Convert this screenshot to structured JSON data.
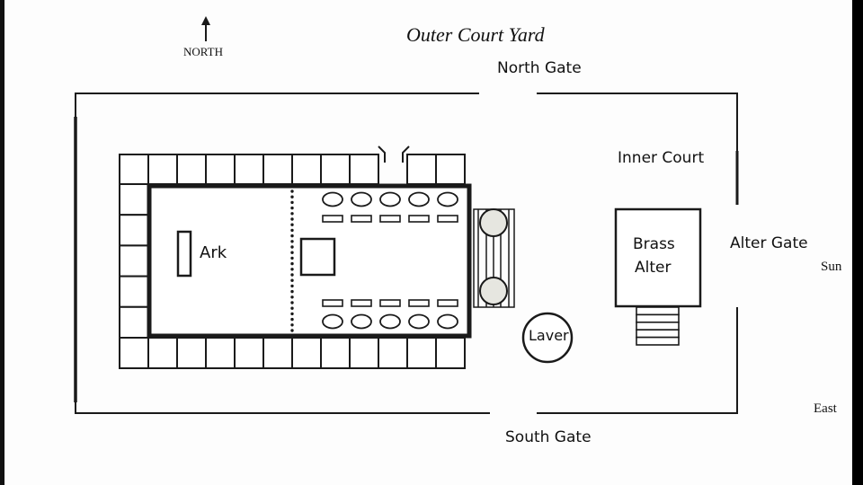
{
  "labels": {
    "title": "Outer Court Yard",
    "north": "NORTH",
    "north_gate": "North Gate",
    "south_gate": "South Gate",
    "inner_court": "Inner Court",
    "alter_gate": "Alter Gate",
    "sun": "Sun",
    "east": "East",
    "ark": "Ark",
    "laver": "Laver",
    "brass_alter_line1": "Brass",
    "brass_alter_line2": "Alter"
  },
  "structure": {
    "chamber_columns": 12,
    "chamber_rows_side": 5,
    "lampstands_per_side": 5,
    "tables_per_side": 5,
    "porch_pillars": 2,
    "alter_steps": 5
  },
  "colors": {
    "ink": "#1a1a1a",
    "pillar_fill": "#e6e6e0",
    "paper": "#fdfdfd"
  }
}
